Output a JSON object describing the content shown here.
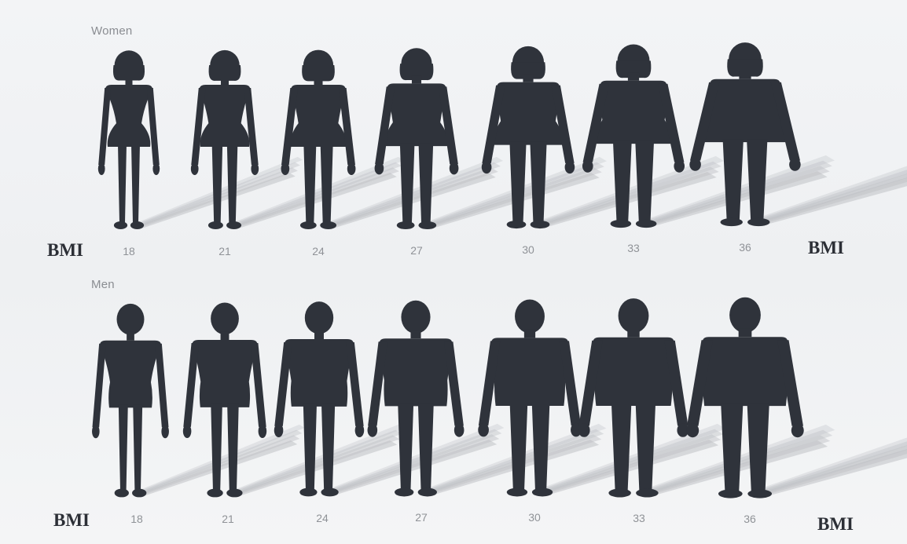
{
  "women": {
    "label": "Women",
    "bmi_label_left": "BMI",
    "bmi_label_right": "BMI",
    "bmi_values": [
      "18",
      "21",
      "24",
      "27",
      "30",
      "33",
      "36"
    ]
  },
  "men": {
    "label": "Men",
    "bmi_label_left": "BMI",
    "bmi_label_right": "BMI",
    "bmi_values": [
      "18",
      "21",
      "24",
      "27",
      "30",
      "33",
      "36"
    ]
  },
  "colors": {
    "silhouette": "#2f333b",
    "shadow": "#b9bcc0",
    "background": "#f1f2f4"
  }
}
